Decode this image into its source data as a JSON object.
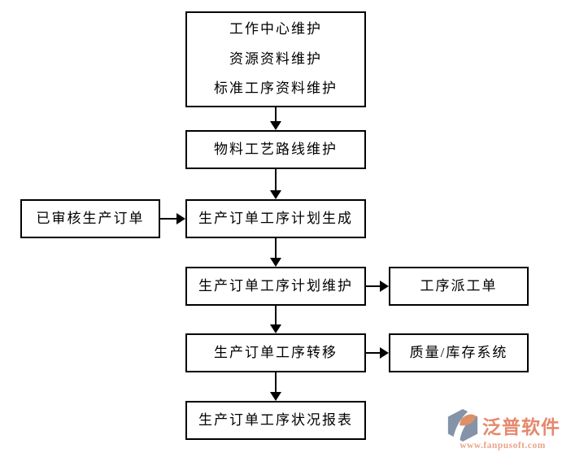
{
  "diagram": {
    "title_implicit": "",
    "boxes": [
      {
        "id": "work-center-maintenance",
        "lines": [
          "工作中心维护",
          "资源资料维护",
          "标准工序资料维护"
        ]
      },
      {
        "id": "material-routing-maintenance",
        "label": "物料工艺路线维护"
      },
      {
        "id": "approved-production-order",
        "label": "已审核生产订单"
      },
      {
        "id": "order-process-plan-generate",
        "label": "生产订单工序计划生成"
      },
      {
        "id": "order-process-plan-maintain",
        "label": "生产订单工序计划维护"
      },
      {
        "id": "process-dispatch-order",
        "label": "工序派工单"
      },
      {
        "id": "order-process-transfer",
        "label": "生产订单工序转移"
      },
      {
        "id": "quality-inventory-system",
        "label": "质量/库存系统"
      },
      {
        "id": "order-process-status-report",
        "label": "生产订单工序状况报表"
      }
    ],
    "edges": [
      {
        "from": "work-center-maintenance",
        "to": "material-routing-maintenance",
        "direction": "down"
      },
      {
        "from": "material-routing-maintenance",
        "to": "order-process-plan-generate",
        "direction": "down"
      },
      {
        "from": "approved-production-order",
        "to": "order-process-plan-generate",
        "direction": "right"
      },
      {
        "from": "order-process-plan-generate",
        "to": "order-process-plan-maintain",
        "direction": "down"
      },
      {
        "from": "order-process-plan-maintain",
        "to": "process-dispatch-order",
        "direction": "right"
      },
      {
        "from": "order-process-plan-maintain",
        "to": "order-process-transfer",
        "direction": "down"
      },
      {
        "from": "order-process-transfer",
        "to": "quality-inventory-system",
        "direction": "right"
      },
      {
        "from": "order-process-transfer",
        "to": "order-process-status-report",
        "direction": "down"
      }
    ],
    "colors": {
      "background": "#ffffff",
      "box_border": "#000000",
      "box_fill": "#ffffff",
      "text": "#000000",
      "arrow": "#000000"
    }
  },
  "logo": {
    "name": "泛普软件",
    "url": "www.fanpusoft.com",
    "name_color": "#e5886c",
    "url_color": "#e9a489",
    "icon_gray": "#8593a9",
    "icon_orange": "#de8f66"
  }
}
